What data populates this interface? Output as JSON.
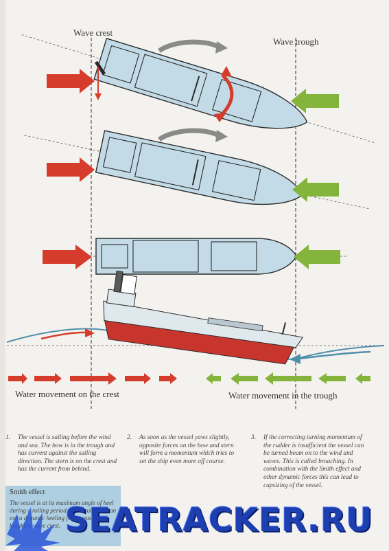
{
  "labels": {
    "wave_crest": "Wave crest",
    "wave_trough": "Wave trough",
    "water_crest": "Water movement on the crest",
    "water_trough": "Water movement in the trough"
  },
  "captions": [
    {
      "num": "1.",
      "text": "The vessel is sailing before the wind and sea. The bow is in the trough and has current against the sailing direction. The stern is on the crest and has the current from behind."
    },
    {
      "num": "2.",
      "text": "As soon as the vessel yaws slightly, opposite forces on the bow and stern will form a momentum which tries to set the ship even more off course."
    },
    {
      "num": "3.",
      "text": "If the correcting turning momentum of the rudder is insufficient the vessel can be turned beam on to the wind and waves. This is called broaching. In combination with the Smith effect and other dynamic forces this can lead to capsizing of the vessel."
    }
  ],
  "smith": {
    "title": "Smith effect",
    "text": "The vessel is at its maximum angle of heel during a rolling period and is subject to an extra dynamic heeling force caused by a breaking wave crest."
  },
  "watermark": "SEATRACKER.RU",
  "colors": {
    "hull": "#c2dbe6",
    "outline": "#2b2b2b",
    "red_arrow": "#d53c2c",
    "green_arrow": "#84b43c",
    "wave_line": "#4f8fab",
    "red_hull": "#c8352c"
  }
}
